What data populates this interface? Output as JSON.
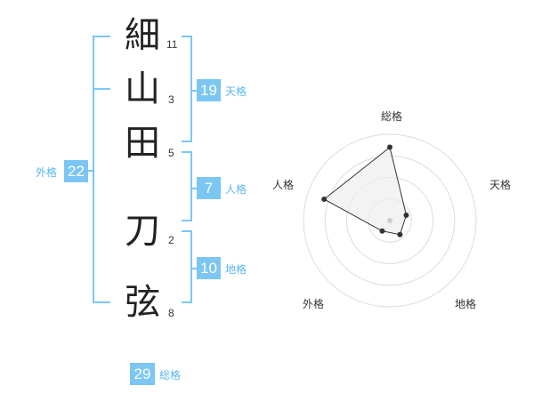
{
  "name": {
    "chars": [
      {
        "char": "細",
        "strokes": "11"
      },
      {
        "char": "山",
        "strokes": "3"
      },
      {
        "char": "田",
        "strokes": "5"
      },
      {
        "char": "刀",
        "strokes": "2"
      },
      {
        "char": "弦",
        "strokes": "8"
      }
    ]
  },
  "kakusu": {
    "tenkaku": {
      "value": "19",
      "label": "天格"
    },
    "jinkaku": {
      "value": "7",
      "label": "人格"
    },
    "chikaku": {
      "value": "10",
      "label": "地格"
    },
    "gaikaku": {
      "value": "22",
      "label": "外格"
    },
    "soukaku": {
      "value": "29",
      "label": "総格"
    }
  },
  "colors": {
    "accent": "#7cc6f3",
    "accent_text": "#5bb6ee",
    "radar_fill": "#eeeeee",
    "ring": "#dddddd"
  },
  "chart_data": {
    "type": "radar",
    "axes": [
      "総格",
      "天格",
      "地格",
      "外格",
      "人格"
    ],
    "values": [
      0.85,
      0.2,
      0.2,
      0.15,
      0.8
    ],
    "rmax": 1,
    "rings": 4,
    "center_dot": true
  }
}
